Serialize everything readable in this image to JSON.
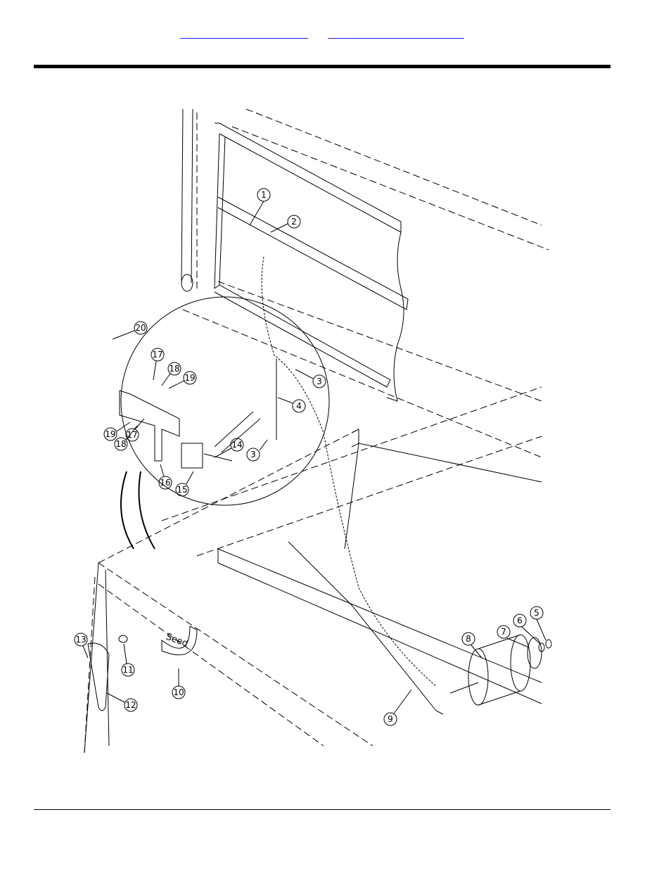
{
  "header": {
    "link_left": "",
    "link_right": ""
  },
  "diagram": {
    "callouts": [
      "1",
      "2",
      "3",
      "3",
      "4",
      "5",
      "6",
      "7",
      "8",
      "9",
      "10",
      "11",
      "12",
      "13",
      "14",
      "15",
      "16",
      "17",
      "17",
      "18",
      "18",
      "19",
      "19",
      "20"
    ],
    "decal_text": "Seed"
  }
}
